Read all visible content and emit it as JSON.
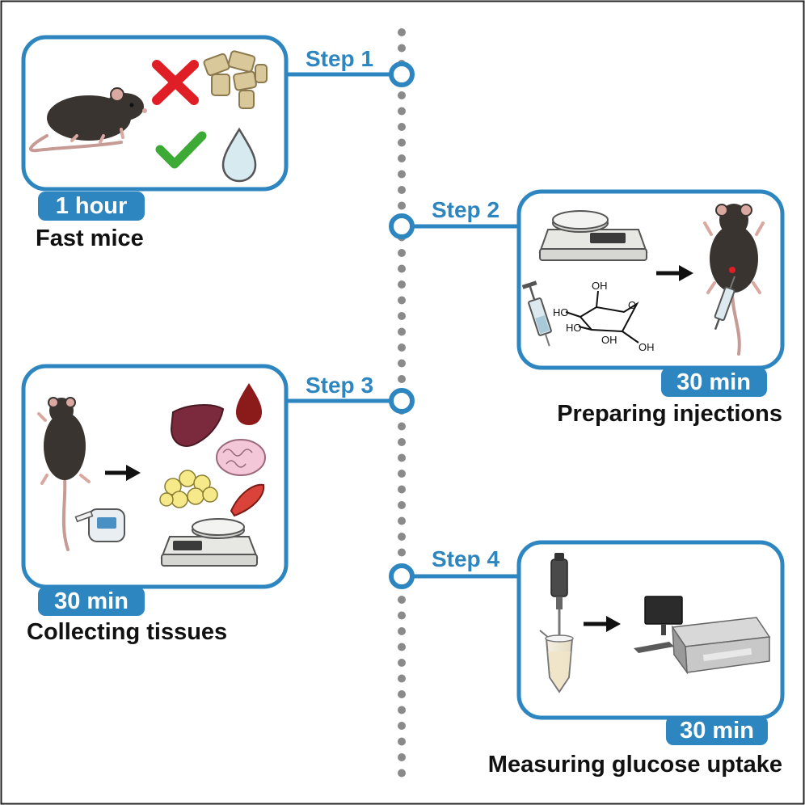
{
  "accent_color": "#2e86c1",
  "steps": [
    {
      "label": "Step 1",
      "duration": "1 hour",
      "title": "Fast mice"
    },
    {
      "label": "Step 2",
      "duration": "30 min",
      "title": "Preparing injections"
    },
    {
      "label": "Step 3",
      "duration": "30 min",
      "title": "Collecting tissues"
    },
    {
      "label": "Step 4",
      "duration": "30 min",
      "title": "Measuring glucose uptake"
    }
  ],
  "glucose_labels": [
    "OH",
    "HO",
    "HO",
    "OH",
    "O",
    "OH"
  ],
  "icons": {
    "step1": [
      "mouse-icon",
      "cross-icon",
      "food-pellets-icon",
      "check-icon",
      "water-drop-icon"
    ],
    "step2": [
      "balance-icon",
      "syringe-icon",
      "glucose-structure-icon",
      "arrow-icon",
      "mouse-injection-icon"
    ],
    "step3": [
      "mouse-icon",
      "glucometer-icon",
      "arrow-icon",
      "liver-icon",
      "blood-drop-icon",
      "brain-icon",
      "fat-tissue-icon",
      "muscle-icon",
      "balance-icon"
    ],
    "step4": [
      "homogenizer-icon",
      "tube-icon",
      "arrow-icon",
      "scanner-icon"
    ]
  }
}
